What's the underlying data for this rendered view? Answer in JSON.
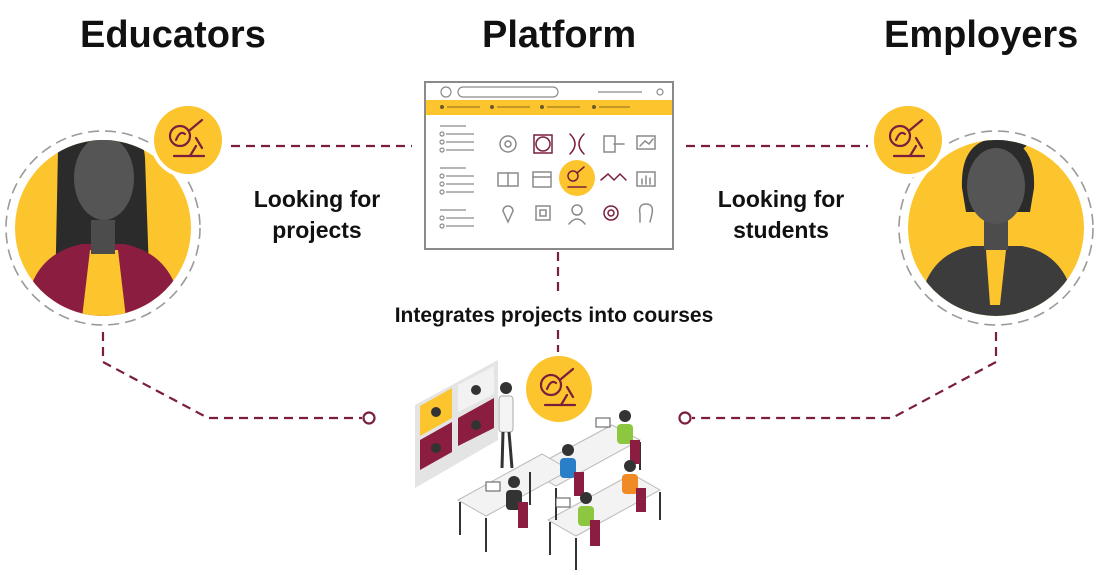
{
  "headings": {
    "educators": "Educators",
    "platform": "Platform",
    "employers": "Employers"
  },
  "labels": {
    "educators_need_line1": "Looking for",
    "educators_need_line2": "projects",
    "employers_need_line1": "Looking for",
    "employers_need_line2": "students",
    "integration": "Integrates projects into courses"
  },
  "colors": {
    "accent_yellow": "#fcc42d",
    "maroon": "#7a1e3e",
    "connector": "#7a1e3e",
    "dark_gray": "#3c3c3c",
    "platform_gray": "#8a8a8a"
  },
  "icons": {
    "badge": "microscope-icon",
    "platform_grid": [
      "network-icon",
      "gear-circle-icon",
      "dna-icon",
      "document-transfer-icon",
      "monitor-chart-icon",
      "book-icon",
      "storefront-icon",
      "microscope-icon",
      "handshake-icon",
      "bar-chart-icon",
      "location-pin-icon",
      "microchip-icon",
      "person-gear-icon",
      "settings-icon",
      "head-profile-icon"
    ]
  }
}
